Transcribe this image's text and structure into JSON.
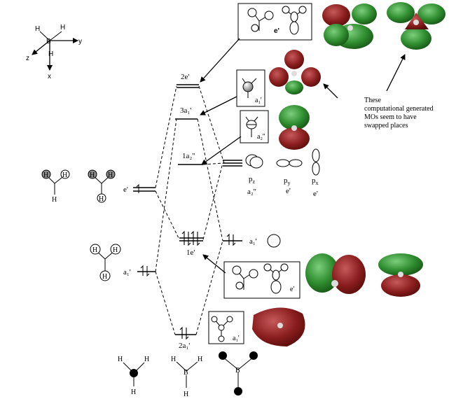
{
  "axes": {
    "B": "B",
    "H": "H",
    "x": "x",
    "y": "y",
    "z": "z"
  },
  "atoms": {
    "H": "H",
    "B": "B"
  },
  "left_levels": {
    "e_label": "e'",
    "a1_label": "a₁'"
  },
  "mo_levels": {
    "e2": "2e'",
    "a3": "3a₁'",
    "a2pp": "1a₂''",
    "e1": "1e'",
    "a2": "2a₁'"
  },
  "b_orbitals": {
    "pz": "p",
    "pz_sub": "z",
    "py": "p",
    "py_sub": "y",
    "px": "p",
    "px_sub": "x",
    "a2pp": "a₂''",
    "e1": "e'",
    "e2": "e'",
    "s_label": "a₁'"
  },
  "boxes": {
    "top_e": "e'",
    "a1": "a₁'",
    "a2pp": "a₂''",
    "mid_e": "e'",
    "bot_a1": "a₁'"
  },
  "note": [
    "These",
    "computational generated",
    "MOs seem to have",
    "swapped places"
  ],
  "colors": {
    "red_lobe": "#8b1e1e",
    "green_lobe": "#2e8b2e",
    "atom_grey": "#8c8c8c",
    "atom_black": "#000000"
  }
}
